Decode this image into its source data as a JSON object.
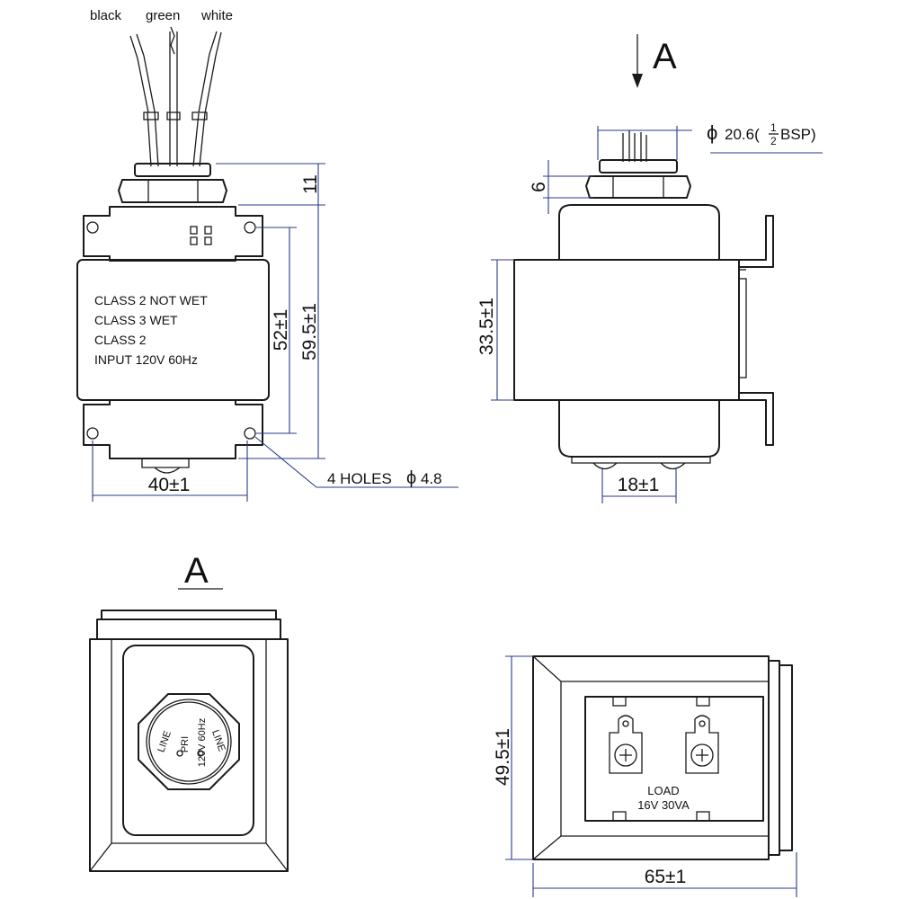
{
  "wires": {
    "black": "black",
    "green": "green",
    "white": "white"
  },
  "label_lines": [
    "CLASS 2 NOT WET",
    "CLASS 3 WET",
    "CLASS 2",
    "INPUT 120V 60Hz"
  ],
  "dimensions": {
    "height_11": "11",
    "height_52": "52±1",
    "height_59_5": "59.5±1",
    "width_40": "40±1",
    "holes": "4 HOLES",
    "holes_dia": "4.8",
    "thread_dia": "20.6(",
    "thread_half_num": "1",
    "thread_half_den": "2",
    "thread_bsp": "BSP)",
    "nut_6": "6",
    "core_33_5": "33.5±1",
    "terminals_18": "18±1",
    "depth_49_5": "49.5±1",
    "width_65": "65±1"
  },
  "views": {
    "arrow_label": "A",
    "section_label": "A"
  },
  "primary_label": {
    "line_left": "LINE",
    "line_right": "LINE",
    "pri": "PRI",
    "rating": "120V 60Hz"
  },
  "load_label": {
    "load": "LOAD",
    "rating": "16V 30VA"
  },
  "phi_symbol": "ϕ"
}
